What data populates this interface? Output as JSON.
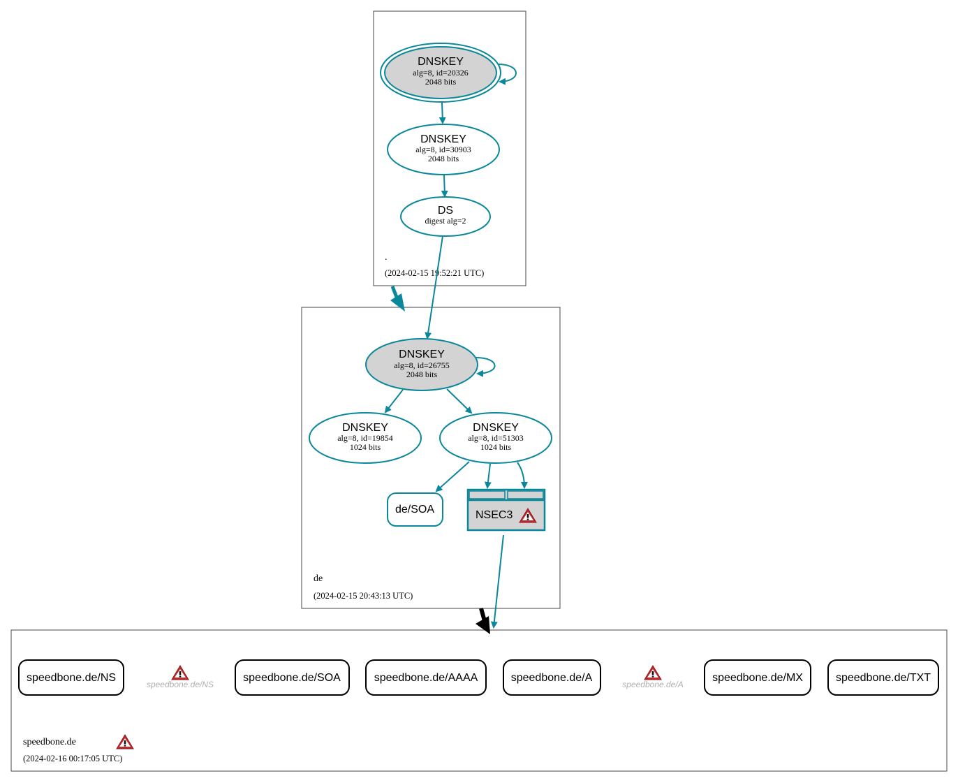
{
  "colors": {
    "edge": "#0a879a",
    "ksk_fill": "#d3d3d3",
    "zone_border": "#444444",
    "warn_red": "#c0282b",
    "muted_text": "#b0b0b0"
  },
  "zones": {
    "root": {
      "name": ".",
      "timestamp": "(2024-02-15 19:52:21 UTC)",
      "ksk": {
        "title": "DNSKEY",
        "line1": "alg=8, id=20326",
        "line2": "2048 bits"
      },
      "zsk": {
        "title": "DNSKEY",
        "line1": "alg=8, id=30903",
        "line2": "2048 bits"
      },
      "ds": {
        "title": "DS",
        "line1": "digest alg=2"
      }
    },
    "de": {
      "name": "de",
      "timestamp": "(2024-02-15 20:43:13 UTC)",
      "ksk": {
        "title": "DNSKEY",
        "line1": "alg=8, id=26755",
        "line2": "2048 bits"
      },
      "zsk1": {
        "title": "DNSKEY",
        "line1": "alg=8, id=19854",
        "line2": "1024 bits"
      },
      "zsk2": {
        "title": "DNSKEY",
        "line1": "alg=8, id=51303",
        "line2": "1024 bits"
      },
      "soa": "de/SOA",
      "nsec3": "NSEC3"
    },
    "speedbone": {
      "name": "speedbone.de",
      "timestamp": "(2024-02-16 00:17:05 UTC)",
      "records": {
        "ns": "speedbone.de/NS",
        "ns_warning": "speedbone.de/NS",
        "soa": "speedbone.de/SOA",
        "aaaa": "speedbone.de/AAAA",
        "a": "speedbone.de/A",
        "a_warning": "speedbone.de/A",
        "mx": "speedbone.de/MX",
        "txt": "speedbone.de/TXT"
      }
    }
  }
}
